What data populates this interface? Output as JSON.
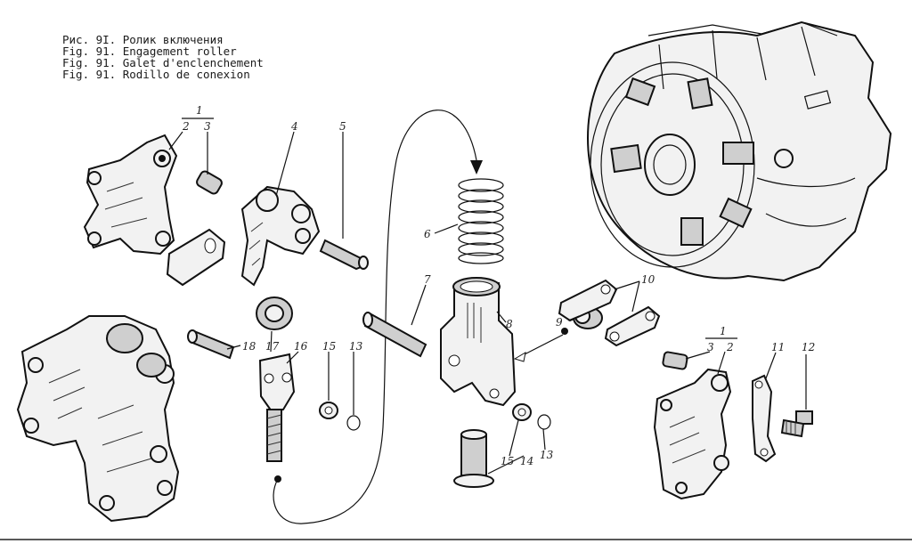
{
  "caption": {
    "ru": "Рис. 9I. Ролик включения",
    "en": "Fig. 91. Engagement roller",
    "fr": "Fig. 91. Galet d'enclenchement",
    "es": "Fig. 91. Rodillo de conexion"
  },
  "labels": {
    "l1a": "1",
    "l2a": "2",
    "l3a": "3",
    "l4": "4",
    "l5": "5",
    "l6": "6",
    "l7": "7",
    "l8": "8",
    "l9": "9",
    "l10": "10",
    "l1b": "1",
    "l3b": "3",
    "l2b": "2",
    "l11": "11",
    "l12": "12",
    "l18": "18",
    "l17": "17",
    "l16": "16",
    "l15a": "15",
    "l13a": "13",
    "l15b": "15",
    "l14": "14",
    "l13b": "13"
  }
}
